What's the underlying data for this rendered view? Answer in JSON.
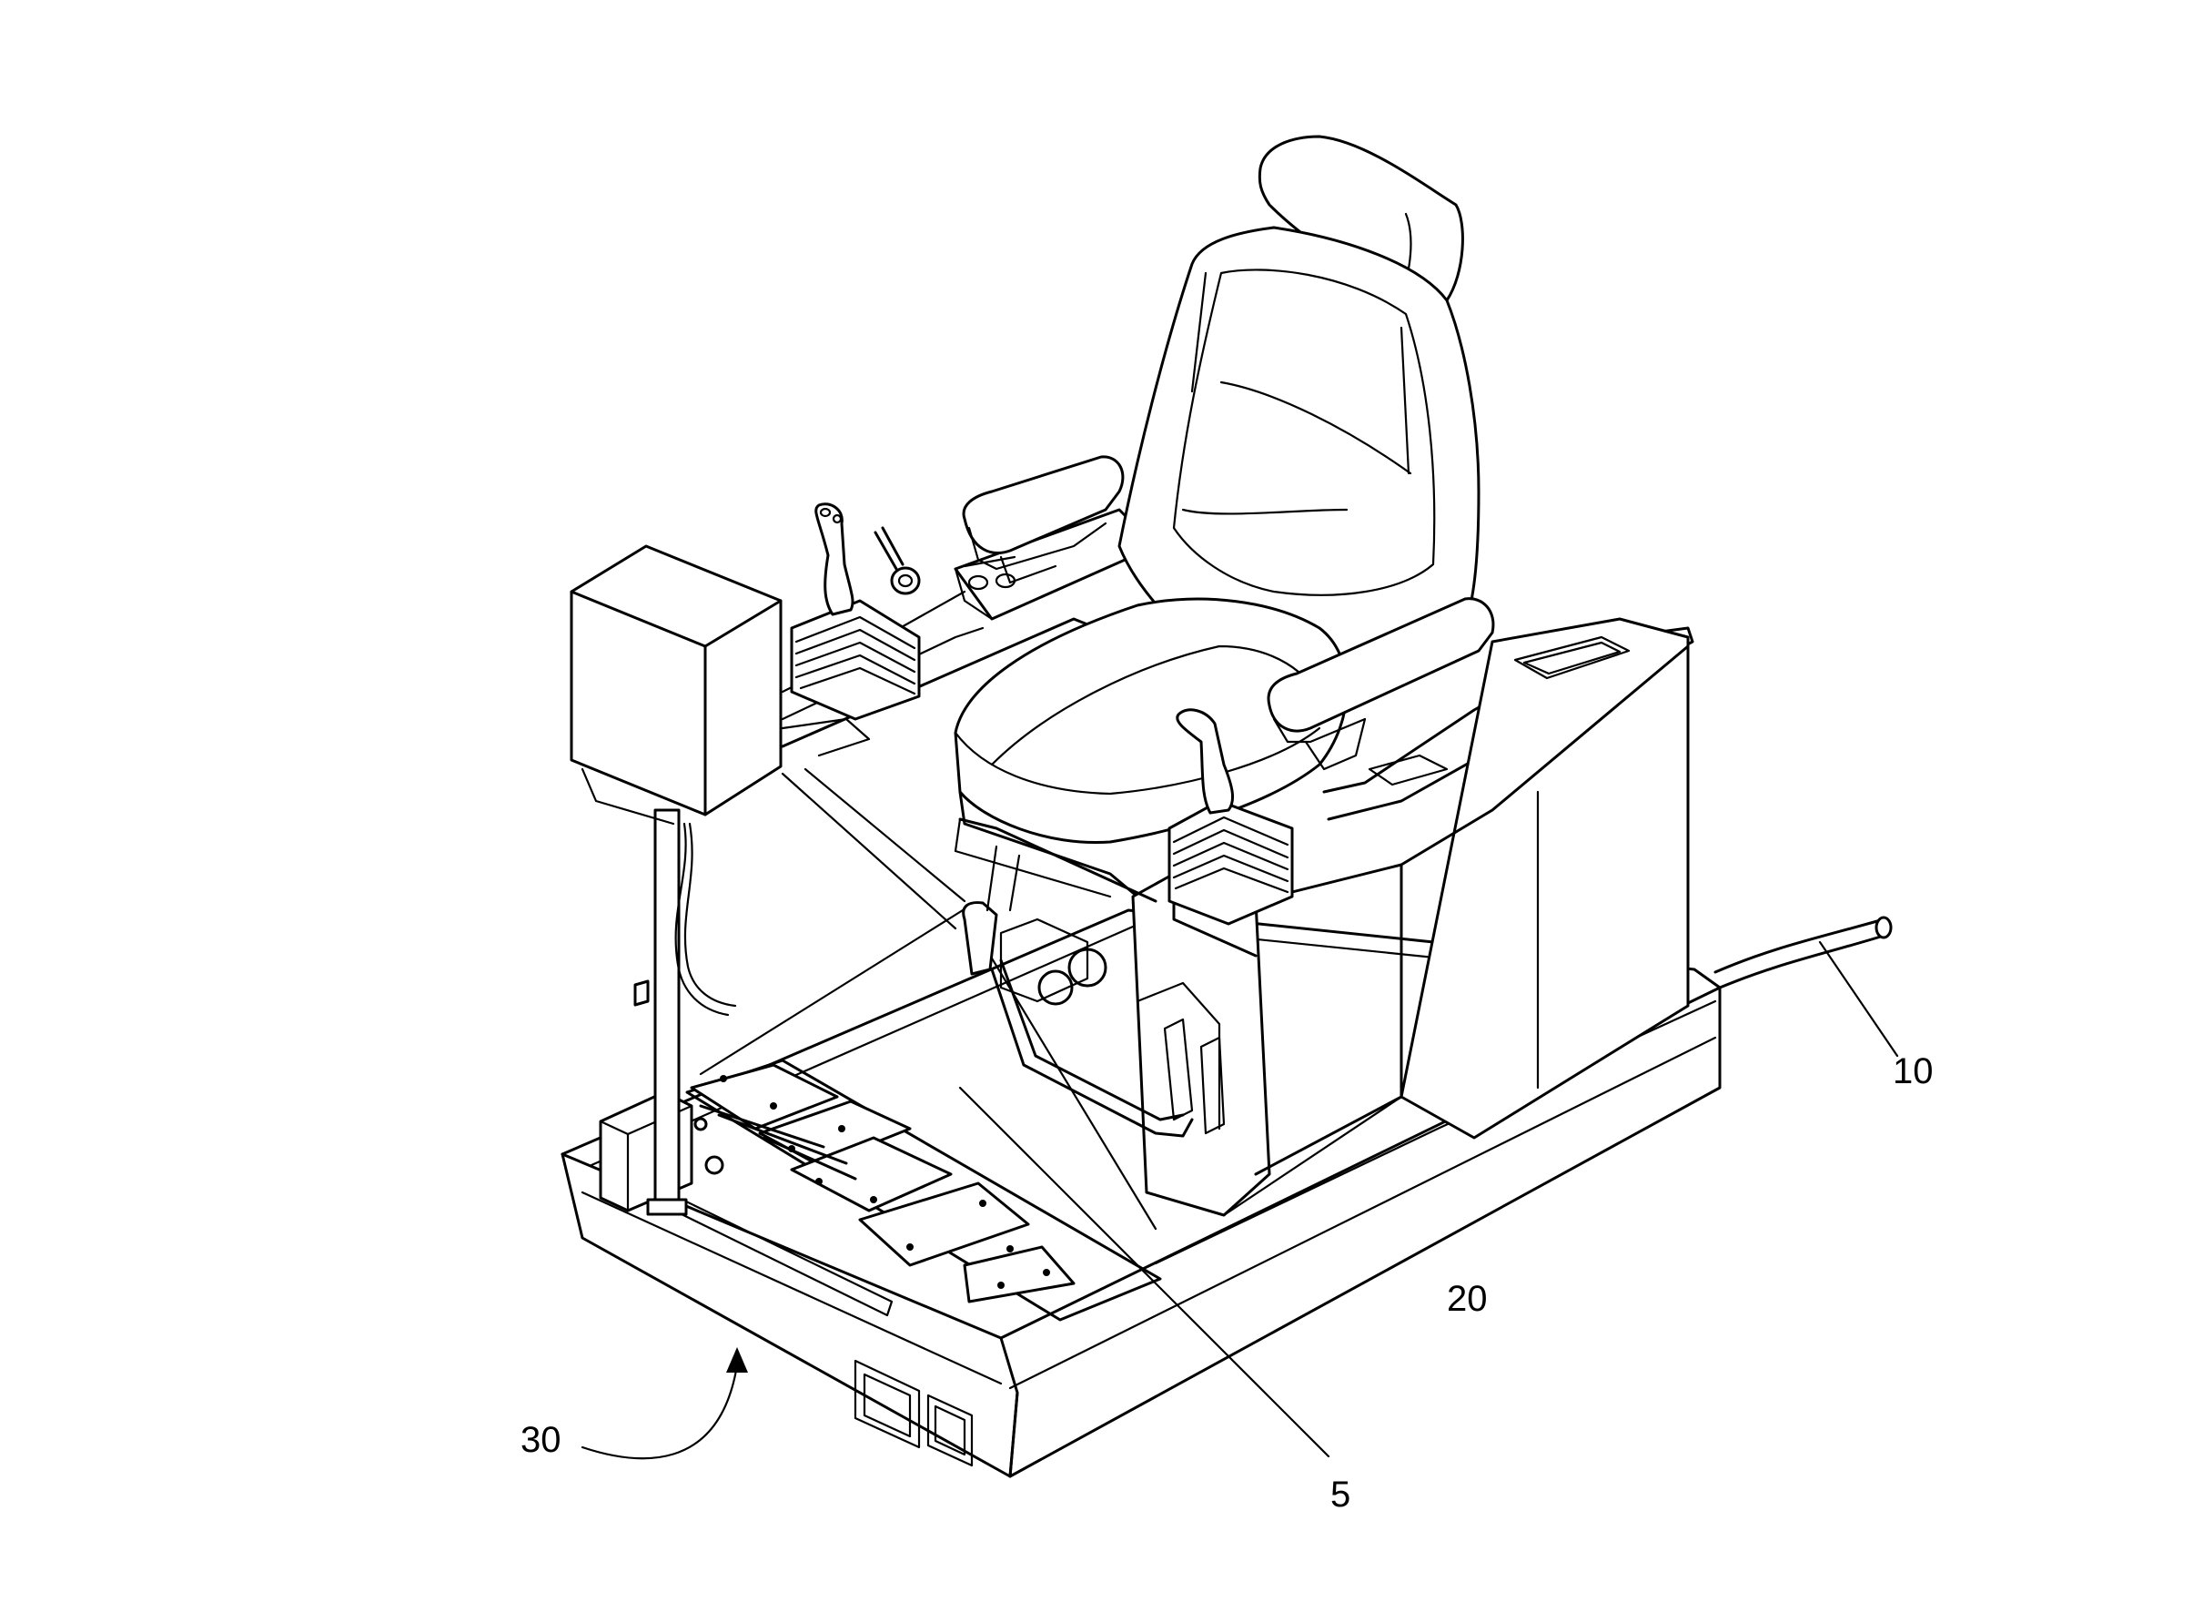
{
  "figure": {
    "reference_labels": {
      "ref_10": "10",
      "ref_20": "20",
      "ref_30": "30",
      "ref_5": "5"
    }
  }
}
